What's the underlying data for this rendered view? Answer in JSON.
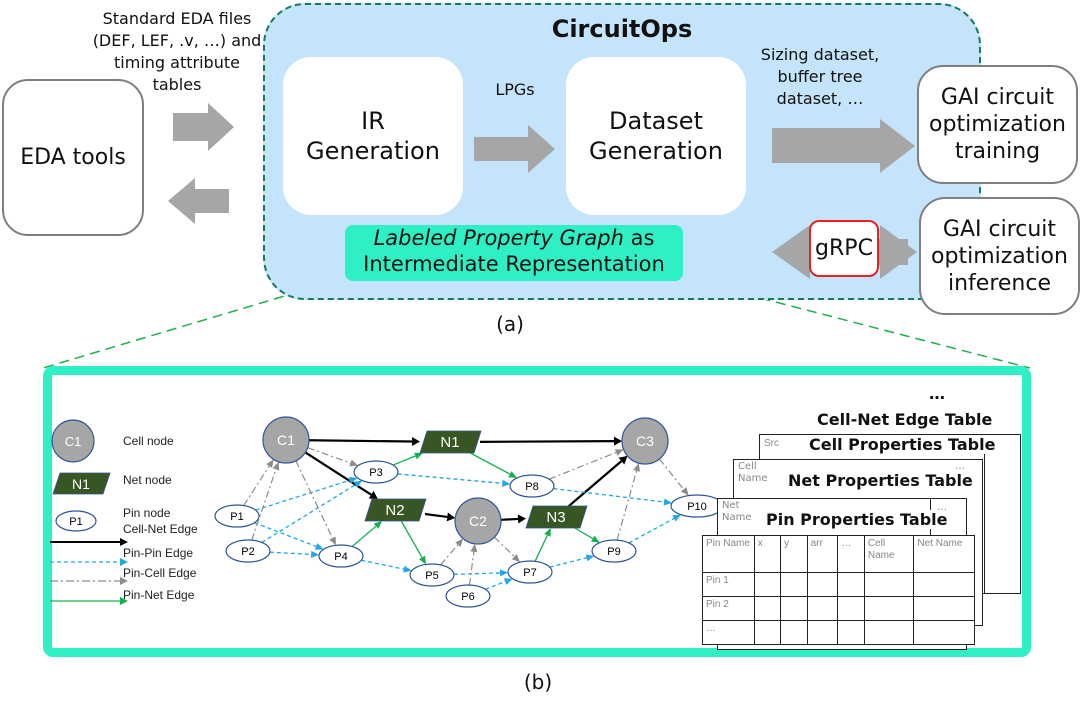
{
  "panel_a": {
    "caption": "(a)",
    "input_label": [
      "Standard EDA files",
      "(DEF, LEF, .v, …) and",
      "timing attribute",
      "tables"
    ],
    "eda_tools": "EDA tools",
    "circuitops": {
      "title": "CircuitOps",
      "ir_generation": [
        "IR",
        "Generation"
      ],
      "lpgs_label": "LPGs",
      "dataset_generation": [
        "Dataset",
        "Generation"
      ],
      "lpg_box_italic": "Labeled Property Graph",
      "lpg_box_rest": " as",
      "lpg_box_line2": "Intermediate Representation"
    },
    "output_label": [
      "Sizing dataset,",
      "buffer tree",
      "dataset, …"
    ],
    "training_box": [
      "GAI circuit",
      "optimization",
      "training"
    ],
    "grpc": "gRPC",
    "inference_box": [
      "GAI circuit",
      "optimization",
      "inference"
    ]
  },
  "panel_b": {
    "caption": "(b)",
    "legend": {
      "cell_node": {
        "symbol": "C1",
        "label": "Cell node"
      },
      "net_node": {
        "symbol": "N1",
        "label": "Net node"
      },
      "pin_node": {
        "symbol": "P1",
        "label": "Pin node"
      },
      "edges": [
        {
          "label": "Cell-Net Edge",
          "type": "cell-net"
        },
        {
          "label": "Pin-Pin Edge",
          "type": "pin-pin"
        },
        {
          "label": "Pin-Cell Edge",
          "type": "pin-cell"
        },
        {
          "label": "Pin-Net Edge",
          "type": "pin-net"
        }
      ]
    },
    "colors": {
      "cell_fill": "#a6a6a6",
      "net_fill": "#375623",
      "node_border": "#2f5597",
      "cell_net_edge": "#000000",
      "pin_pin_edge": "#1fa8e6",
      "pin_cell_edge": "#8c8c8c",
      "pin_net_edge": "#14b050",
      "accent_teal": "#2ef0c4"
    },
    "graph": {
      "cells": [
        "C1",
        "C2",
        "C3"
      ],
      "nets": [
        "N1",
        "N2",
        "N3"
      ],
      "pins": [
        "P1",
        "P2",
        "P3",
        "P4",
        "P5",
        "P6",
        "P7",
        "P8",
        "P9",
        "P10"
      ],
      "edges": [
        {
          "from": "C1",
          "to": "N1",
          "type": "cell-net"
        },
        {
          "from": "C1",
          "to": "N2",
          "type": "cell-net"
        },
        {
          "from": "N1",
          "to": "C3",
          "type": "cell-net"
        },
        {
          "from": "N2",
          "to": "C2",
          "type": "cell-net"
        },
        {
          "from": "C2",
          "to": "N3",
          "type": "cell-net"
        },
        {
          "from": "N3",
          "to": "C3",
          "type": "cell-net"
        },
        {
          "from": "P1",
          "to": "P3",
          "type": "pin-pin"
        },
        {
          "from": "P1",
          "to": "P4",
          "type": "pin-pin"
        },
        {
          "from": "P2",
          "to": "P3",
          "type": "pin-pin"
        },
        {
          "from": "P2",
          "to": "P4",
          "type": "pin-pin"
        },
        {
          "from": "P3",
          "to": "P8",
          "type": "pin-pin"
        },
        {
          "from": "P4",
          "to": "P5",
          "type": "pin-pin"
        },
        {
          "from": "P5",
          "to": "P7",
          "type": "pin-pin"
        },
        {
          "from": "P6",
          "to": "P7",
          "type": "pin-pin"
        },
        {
          "from": "P7",
          "to": "P9",
          "type": "pin-pin"
        },
        {
          "from": "P8",
          "to": "P10",
          "type": "pin-pin"
        },
        {
          "from": "P9",
          "to": "P10",
          "type": "pin-pin"
        },
        {
          "from": "P1",
          "to": "C1",
          "type": "pin-cell"
        },
        {
          "from": "P2",
          "to": "C1",
          "type": "pin-cell"
        },
        {
          "from": "C1",
          "to": "P3",
          "type": "pin-cell"
        },
        {
          "from": "C1",
          "to": "P4",
          "type": "pin-cell"
        },
        {
          "from": "P5",
          "to": "C2",
          "type": "pin-cell"
        },
        {
          "from": "P6",
          "to": "C2",
          "type": "pin-cell"
        },
        {
          "from": "C2",
          "to": "P7",
          "type": "pin-cell"
        },
        {
          "from": "P8",
          "to": "C3",
          "type": "pin-cell"
        },
        {
          "from": "P9",
          "to": "C3",
          "type": "pin-cell"
        },
        {
          "from": "C3",
          "to": "P10",
          "type": "pin-cell"
        },
        {
          "from": "P3",
          "to": "N1",
          "type": "pin-net"
        },
        {
          "from": "N1",
          "to": "P8",
          "type": "pin-net"
        },
        {
          "from": "P4",
          "to": "N2",
          "type": "pin-net"
        },
        {
          "from": "N2",
          "to": "P5",
          "type": "pin-net"
        },
        {
          "from": "P7",
          "to": "N3",
          "type": "pin-net"
        },
        {
          "from": "N3",
          "to": "P9",
          "type": "pin-net"
        }
      ]
    },
    "tables": {
      "ellipsis_top": "…",
      "cell_net_edge_table": {
        "title": "Cell-Net Edge Table",
        "first_col": "Src",
        "last_col": "…"
      },
      "cell_properties_table": {
        "title": "Cell Properties Table",
        "first_col": "Cell Name",
        "last_col": "…"
      },
      "net_properties_table": {
        "title": "Net Properties Table",
        "first_col": "Net Name",
        "last_col": "…"
      },
      "pin_properties_table": {
        "title": "Pin Properties Table",
        "headers": [
          "Pin Name",
          "x",
          "y",
          "arr",
          "…",
          "Cell Name",
          "Net Name"
        ],
        "rows": [
          [
            "Pin 1"
          ],
          [
            "Pin 2"
          ],
          [
            "…"
          ]
        ]
      }
    }
  }
}
